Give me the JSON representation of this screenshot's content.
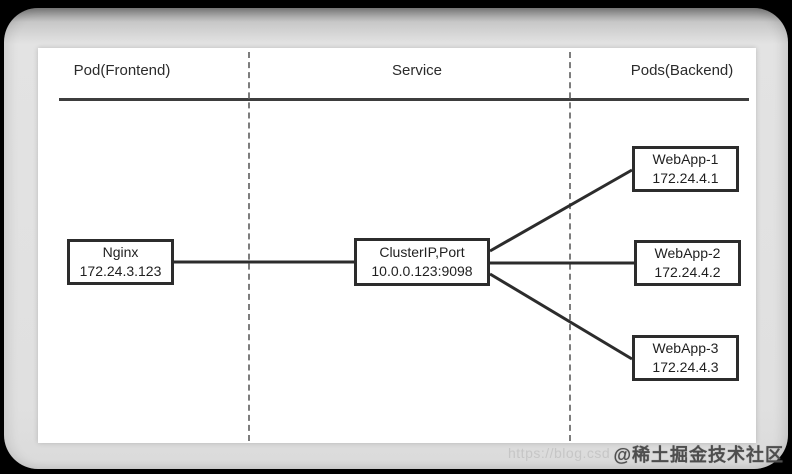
{
  "diagram": {
    "columns": [
      {
        "id": "frontend",
        "label": "Pod(Frontend)"
      },
      {
        "id": "service",
        "label": "Service"
      },
      {
        "id": "backend",
        "label": "Pods(Backend)"
      }
    ],
    "nodes": {
      "nginx": {
        "title": "Nginx",
        "subtitle": "172.24.3.123"
      },
      "service": {
        "title": "ClusterIP,Port",
        "subtitle": "10.0.0.123:9098"
      },
      "webapp1": {
        "title": "WebApp-1",
        "subtitle": "172.24.4.1"
      },
      "webapp2": {
        "title": "WebApp-2",
        "subtitle": "172.24.4.2"
      },
      "webapp3": {
        "title": "WebApp-3",
        "subtitle": "172.24.4.3"
      }
    },
    "links": [
      {
        "from": "nginx",
        "to": "service"
      },
      {
        "from": "service",
        "to": "webapp1"
      },
      {
        "from": "service",
        "to": "webapp2"
      },
      {
        "from": "service",
        "to": "webapp3"
      }
    ]
  },
  "watermarks": {
    "url_text": "https://blog.csd",
    "community_text": "@稀土掘金技术社区"
  },
  "colors": {
    "outer_bg": "#000000",
    "card_bg": "#e0e0e0",
    "panel_bg": "#ffffff",
    "line": "#2c2c2c",
    "divider": "#7d7d7d",
    "text": "#1f1f1f",
    "watermark_url": "#c6c6c6",
    "watermark_community": "#4e4e4e"
  }
}
